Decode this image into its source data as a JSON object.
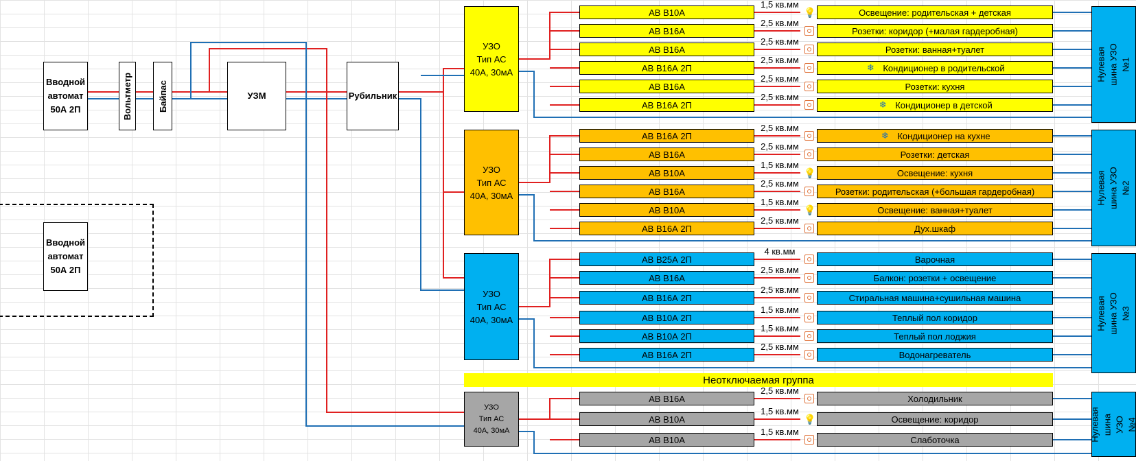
{
  "colors": {
    "live": "#e02020",
    "neutral": "#1f6fb4",
    "group1": "#ffff00",
    "group2": "#ffc000",
    "group3": "#00b0f0",
    "group4": "#a6a6a6"
  },
  "devices": {
    "main_breaker": "Вводной\nавтомат\n50А 2П",
    "voltmeter": "Вольтметр",
    "bypass": "Байпас",
    "uzm": "УЗМ",
    "switch": "Рубильник",
    "reserve_breaker": "Вводной\nавтомат\n50А 2П"
  },
  "uncut_group_label": "Неотключаемая группа",
  "groups": [
    {
      "uzo_label": "УЗО\nТип АС\n40А, 30мА",
      "bus_label": "Нулевая шина УЗО\n№1",
      "color": "#ffff00",
      "lines": [
        {
          "breaker": "АВ В10А",
          "wire": "1,5 кв.мм",
          "icon": "lamp-icon",
          "name": "Освещение: родительская + детская"
        },
        {
          "breaker": "АВ В16А",
          "wire": "2,5 кв.мм",
          "icon": "socket-icon",
          "name": "Розетки: коридор (+малая гардеробная)"
        },
        {
          "breaker": "АВ В16А",
          "wire": "2,5 кв.мм",
          "icon": "socket-icon",
          "name": "Розетки: ванная+туалет"
        },
        {
          "breaker": "АВ В16А 2П",
          "wire": "2,5 кв.мм",
          "icon": "socket-icon",
          "name": "Кондиционер в родительской",
          "extra_icon": "snowflake-icon"
        },
        {
          "breaker": "АВ В16А",
          "wire": "2,5 кв.мм",
          "icon": "socket-icon",
          "name": "Розетки: кухня"
        },
        {
          "breaker": "АВ В16А 2П",
          "wire": "2,5 кв.мм",
          "icon": "socket-icon",
          "name": "Кондиционер в детской",
          "extra_icon": "snowflake-icon"
        }
      ]
    },
    {
      "uzo_label": "УЗО\nТип АС\n40А, 30мА",
      "bus_label": "Нулевая шина УЗО\n№2",
      "color": "#ffc000",
      "lines": [
        {
          "breaker": "АВ В16А 2П",
          "wire": "2,5 кв.мм",
          "icon": "socket-icon",
          "name": "Кондиционер на кухне",
          "extra_icon": "snowflake-icon"
        },
        {
          "breaker": "АВ В16А",
          "wire": "2,5 кв.мм",
          "icon": "socket-icon",
          "name": "Розетки: детская"
        },
        {
          "breaker": "АВ В10А",
          "wire": "1,5 кв.мм",
          "icon": "lamp-icon",
          "name": "Освещение: кухня"
        },
        {
          "breaker": "АВ В16А",
          "wire": "2,5 кв.мм",
          "icon": "socket-icon",
          "name": "Розетки: родительская (+большая гардеробная)"
        },
        {
          "breaker": "АВ В10А",
          "wire": "1,5 кв.мм",
          "icon": "lamp-icon",
          "name": "Освещение: ванная+туалет"
        },
        {
          "breaker": "АВ В16А 2П",
          "wire": "2,5 кв.мм",
          "icon": "socket-icon",
          "name": "Дух.шкаф"
        }
      ]
    },
    {
      "uzo_label": "УЗО\nТип АС\n40А, 30мА",
      "bus_label": "Нулевая шина УЗО\n№3",
      "color": "#00b0f0",
      "lines": [
        {
          "breaker": "АВ В25А 2П",
          "wire": "4 кв.мм",
          "icon": "socket-icon",
          "name": "Варочная"
        },
        {
          "breaker": "АВ В16А",
          "wire": "2,5 кв.мм",
          "icon": "socket-icon",
          "name": "Балкон: розетки + освещение"
        },
        {
          "breaker": "АВ В16А 2П",
          "wire": "2,5 кв.мм",
          "icon": "socket-icon",
          "name": "Стиральная машина+сушильная машина"
        },
        {
          "breaker": "АВ В10А 2П",
          "wire": "1,5 кв.мм",
          "icon": "socket-icon",
          "name": "Теплый пол коридор"
        },
        {
          "breaker": "АВ В10А 2П",
          "wire": "1,5 кв.мм",
          "icon": "socket-icon",
          "name": "Теплый пол лоджия"
        },
        {
          "breaker": "АВ В16А 2П",
          "wire": "2,5 кв.мм",
          "icon": "socket-icon",
          "name": "Водонагреватель"
        }
      ]
    },
    {
      "uzo_label": "УЗО\nТип АС\n40А, 30мА",
      "bus_label": "Нулевая шина\nУЗО\n№4",
      "color": "#a6a6a6",
      "lines": [
        {
          "breaker": "АВ В16А",
          "wire": "2,5 кв.мм",
          "icon": "socket-icon",
          "name": "Холодильник"
        },
        {
          "breaker": "АВ В10А",
          "wire": "1,5 кв.мм",
          "icon": "lamp-icon",
          "name": "Освещение: коридор"
        },
        {
          "breaker": "АВ В10А",
          "wire": "1,5 кв.мм",
          "icon": "socket-icon",
          "name": "Слаботочка"
        }
      ]
    }
  ]
}
